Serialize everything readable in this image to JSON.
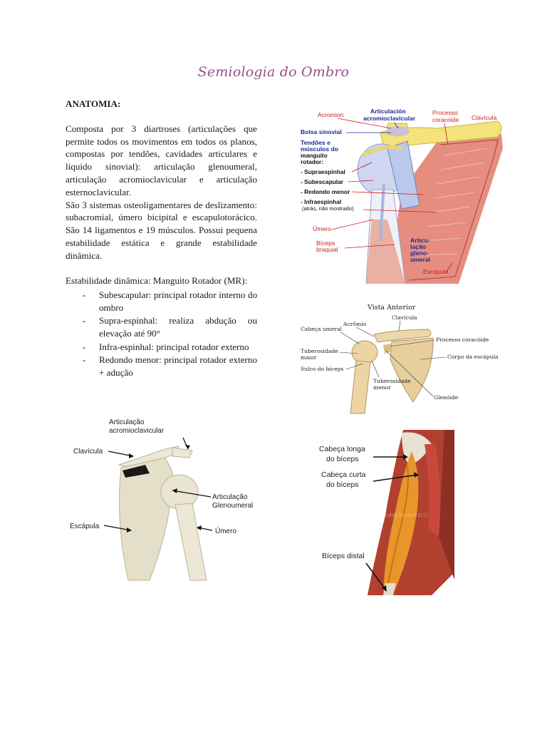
{
  "title": "Semiologia do Ombro",
  "anatomy": {
    "heading": "ANATOMIA:",
    "para1": "Composta por 3 diartroses (articulações que permite todos os movimentos em todos os planos, compostas por tendões, cavidades articulares e líquido sinovial): articulação glenoumeral, articulação acromioclavicular e articulação esternoclavicular.",
    "para2": "São 3 sistemas osteoligamentares de deslizamento: subacromial, úmero bicipital e escapulotorácico. São 14 ligamentos e 19 músculos. Possui pequena estabilidade estática e grande estabilidade dinâmica.",
    "stability_intro": "Estabilidade dinâmica: Manguito Rotador (MR):",
    "muscles": [
      {
        "dash": "-",
        "text": "Subescapular: principal rotador interno do ombro"
      },
      {
        "dash": "-",
        "text": "Supra-espinhal: realiza abdução ou elevação até 90°"
      },
      {
        "dash": "-",
        "text": "Infra-espinhal: principal rotador externo"
      },
      {
        "dash": "-",
        "text": "Redondo menor: principal rotador externo + adução"
      }
    ]
  },
  "figure1": {
    "acromion": "Acromion",
    "articulacao_line1": "Articulación",
    "articulacao_line2": "acromioclavicular",
    "processo_line1": "Processo",
    "processo_line2": "coracoide",
    "clavicula": "Clavícula",
    "bolsa": "Bolsa sinovial",
    "tendoes_line1": "Tendões e",
    "tendoes_line2": "músculos do",
    "tendoes_line3": "manguito",
    "tendoes_line4": "rotador:",
    "supra": "- Supraespinhal",
    "subescapular": "- Subescapular",
    "redondo": "- Redondo menor",
    "infra_line1": "- Infraespinhal",
    "infra_line2": "(atrás, não mostrado)",
    "umero": "Úmero",
    "biceps_line1": "Bíceps",
    "biceps_line2": "braquial",
    "articu_line1": "Articu-",
    "articu_line2": "lação",
    "articu_line3": "gleno-",
    "articu_line4": "umeral",
    "escapula": "Escápula"
  },
  "figure2": {
    "vista": "Vista Anterior",
    "clavicula": "Clavícula",
    "acromio": "Acrômio",
    "cabeca_umeral": "Cabeça umeral",
    "processo": "Processo coracóide",
    "tuberosidade_maior_line1": "Tuberosidade",
    "tuberosidade_maior_line2": "maior",
    "corpo": "Corpo da escápula",
    "sulco": "Sulco do bíceps",
    "tuberosidade_menor_line1": "Tuberosidade",
    "tuberosidade_menor_line2": "menor",
    "glenoide": "Glenóide"
  },
  "figure3": {
    "articulacao_ac_line1": "Articulação",
    "articulacao_ac_line2": "acromioclavicular",
    "clavicula": "Clavícula",
    "articulacao_gu_line1": "Articulação",
    "articulacao_gu_line2": "Glenoumeral",
    "escapula": "Escápula",
    "umero": "Úmero"
  },
  "figure4": {
    "cabeca_longa_line1": "Cabeça longa",
    "cabeca_longa_line2": "do bíceps",
    "cabeca_curta_line1": "Cabeça curta",
    "cabeca_curta_line2": "do bíceps",
    "biceps_distal": "Bíceps distal",
    "watermark": "DR. MAURO GRACITELLI"
  },
  "colors": {
    "title": "#9b4f87",
    "label_blue": "#1b2a9a",
    "label_red": "#d11a1a",
    "bone": "#efe6cf",
    "muscle": "#c9483e",
    "biceps": "#e8962a"
  }
}
